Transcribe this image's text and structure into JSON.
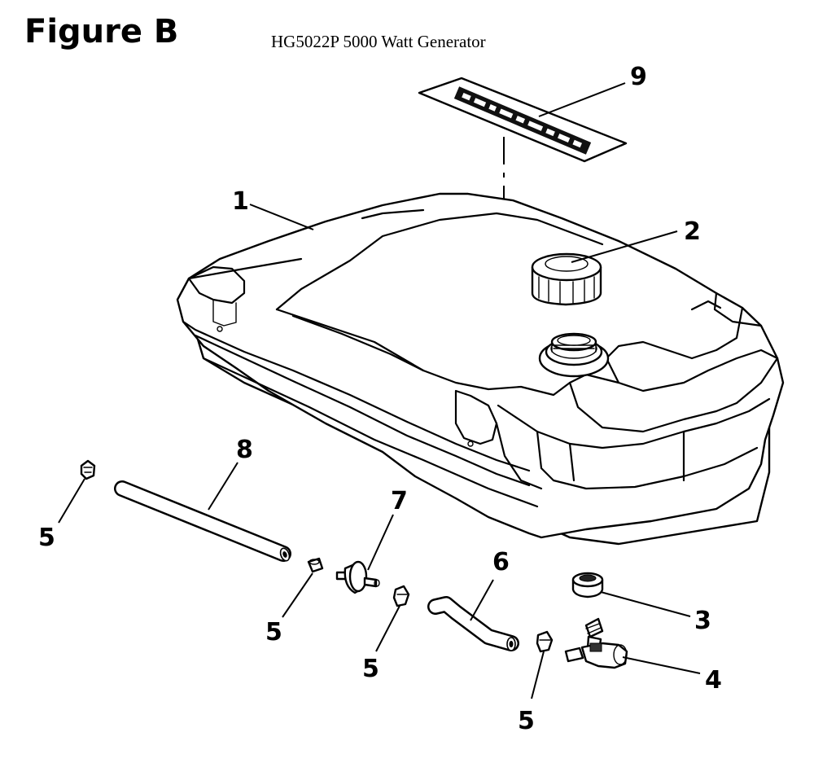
{
  "figure_label": "Figure B",
  "model_title": "HG5022P 5000 Watt Generator",
  "callouts": {
    "c1": "1",
    "c2": "2",
    "c3": "3",
    "c4": "4",
    "c5a": "5",
    "c5b": "5",
    "c5c": "5",
    "c5d": "5",
    "c6": "6",
    "c7": "7",
    "c8": "8",
    "c9": "9"
  }
}
